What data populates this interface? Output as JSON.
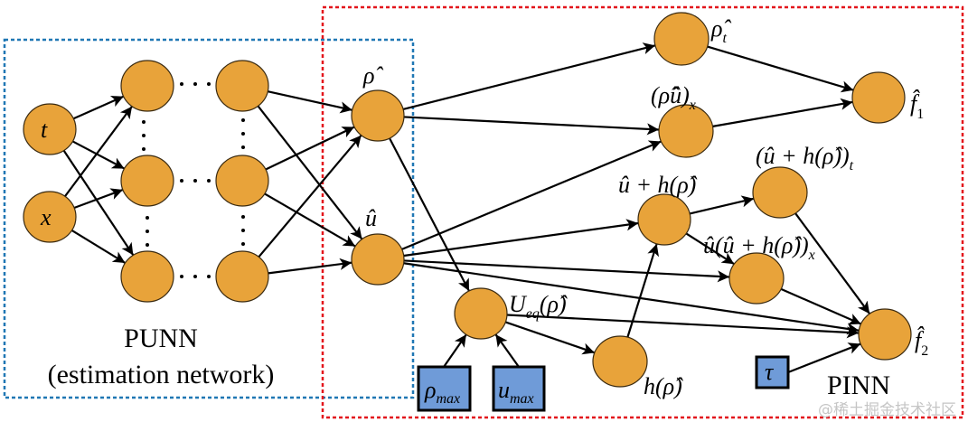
{
  "groups": {
    "punn": {
      "title": "PUNN",
      "subtitle": "(estimation network)",
      "color": "#1F77B4"
    },
    "pinn": {
      "title": "PINN",
      "color": "#E3141B"
    }
  },
  "nodes": {
    "t": {
      "main": "t"
    },
    "x": {
      "main": "x"
    },
    "rho": {
      "main": "ρ̂"
    },
    "u": {
      "main": "û"
    },
    "rho_t": {
      "main": "ρ̂",
      "sub": "t"
    },
    "rhou_x": {
      "main": "(ρ̂û)",
      "sub": "x"
    },
    "f1": {
      "main": "f̂",
      "sub": "1"
    },
    "uh": {
      "main": "û + h(ρ̂)"
    },
    "uh_t": {
      "main": "(û + h(ρ̂))",
      "sub": "t"
    },
    "uuh_x": {
      "main": "û(û + h(ρ̂))",
      "sub": "x"
    },
    "ueq": {
      "main": "U",
      "sub": "eq",
      "tail": "(ρ̂)"
    },
    "h": {
      "main": "h(ρ̂)"
    },
    "f2": {
      "main": "f̂",
      "sub": "2"
    }
  },
  "inputs": {
    "rho_max": {
      "main": "ρ",
      "sub": "max"
    },
    "u_max": {
      "main": "u",
      "sub": "max"
    },
    "tau": {
      "main": "τ"
    }
  },
  "colors": {
    "node": "#E8A33A",
    "input_box": "#6F9BD8"
  },
  "watermark": "@稀土掘金技术社区"
}
